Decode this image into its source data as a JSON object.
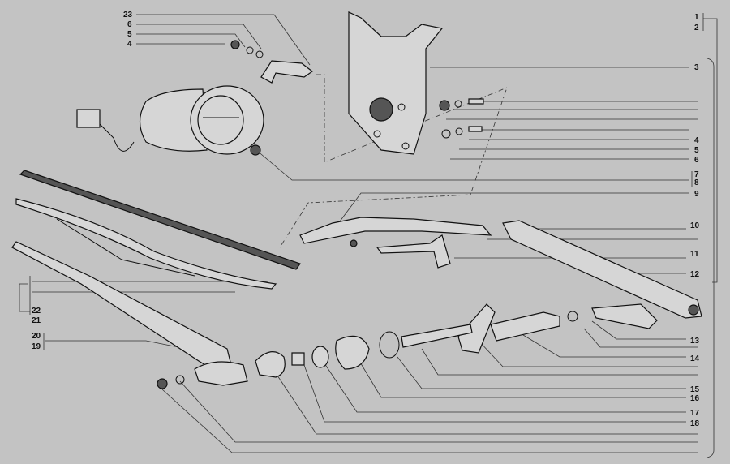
{
  "diagram": {
    "title_hidden": null,
    "right_labels": [
      {
        "id": "l1",
        "text": "1"
      },
      {
        "id": "l2",
        "text": "2"
      },
      {
        "id": "l3",
        "text": "3"
      },
      {
        "id": "l4",
        "text": "4"
      },
      {
        "id": "l5",
        "text": "5"
      },
      {
        "id": "l6",
        "text": "6"
      },
      {
        "id": "l7",
        "text": "7"
      },
      {
        "id": "l8",
        "text": "8"
      },
      {
        "id": "l9",
        "text": "9"
      },
      {
        "id": "l10",
        "text": "10"
      },
      {
        "id": "l11",
        "text": "11"
      },
      {
        "id": "l12",
        "text": "12"
      },
      {
        "id": "l13",
        "text": "13"
      },
      {
        "id": "l14",
        "text": "14"
      },
      {
        "id": "l15",
        "text": "15"
      },
      {
        "id": "l16",
        "text": "16"
      },
      {
        "id": "l17",
        "text": "17"
      },
      {
        "id": "l18",
        "text": "18"
      }
    ],
    "top_left_labels": [
      {
        "text": "23"
      },
      {
        "text": "6"
      },
      {
        "text": "5"
      },
      {
        "text": "4"
      }
    ],
    "bottom_left_labels": [
      {
        "text": "22"
      },
      {
        "text": "21"
      },
      {
        "text": "20"
      },
      {
        "text": "19"
      }
    ]
  }
}
